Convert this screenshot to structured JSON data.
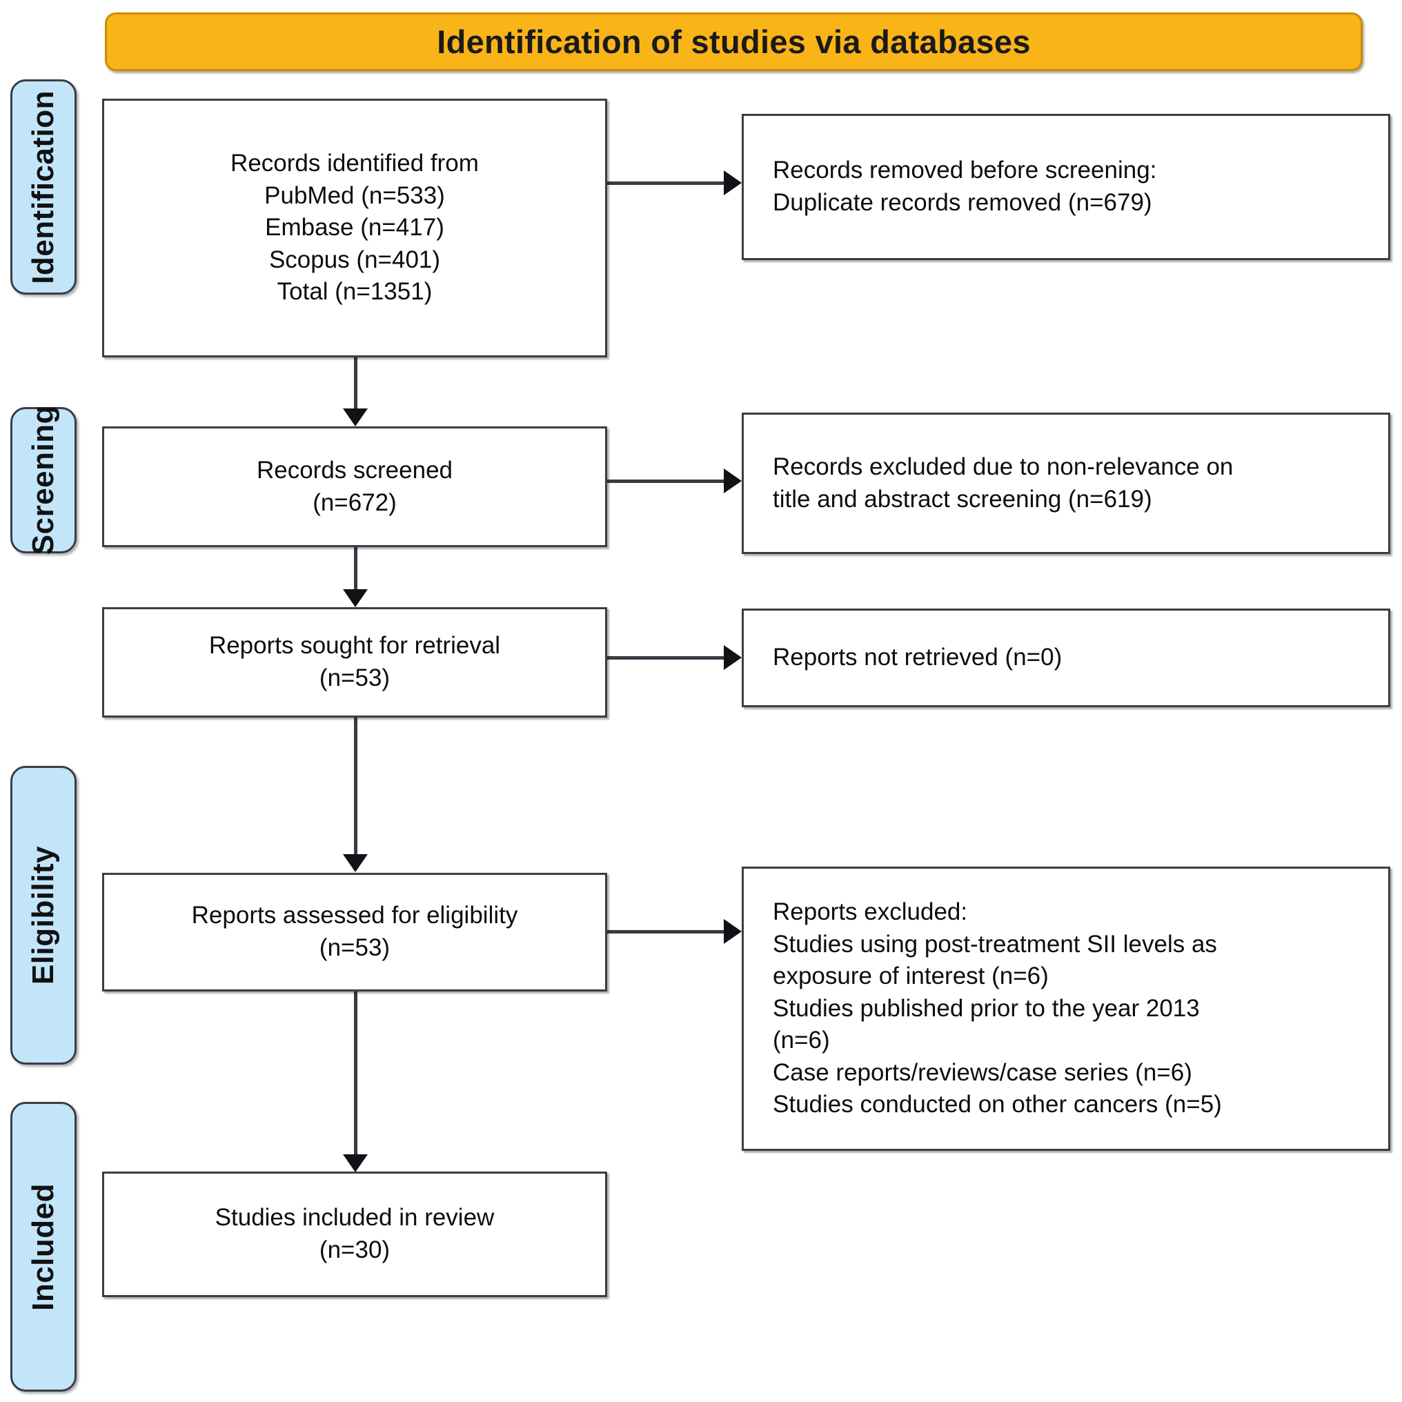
{
  "header": {
    "title": "Identification of studies via databases"
  },
  "stages": [
    {
      "key": "identification",
      "label": "Identification"
    },
    {
      "key": "screening",
      "label": "Screening"
    },
    {
      "key": "eligibility",
      "label": "Eligibility"
    },
    {
      "key": "included",
      "label": "Included"
    }
  ],
  "flow": {
    "identified": {
      "name": "records-identified-box",
      "lines": [
        "Records identified from",
        "PubMed (n=533)",
        "Embase (n=417)",
        "Scopus (n=401)",
        "Total (n=1351)"
      ]
    },
    "removed": {
      "name": "records-removed-box",
      "lines": [
        "Records removed before screening:",
        "Duplicate records removed (n=679)"
      ]
    },
    "screened": {
      "name": "records-screened-box",
      "lines": [
        "Records screened",
        "(n=672)"
      ]
    },
    "excluded_screening": {
      "name": "records-excluded-screening-box",
      "lines": [
        "Records excluded due to non-relevance on",
        "title and abstract screening (n=619)"
      ]
    },
    "sought": {
      "name": "reports-sought-box",
      "lines": [
        "Reports sought for retrieval",
        "(n=53)"
      ]
    },
    "not_retrieved": {
      "name": "reports-not-retrieved-box",
      "lines": [
        "Reports not retrieved (n=0)"
      ]
    },
    "assessed": {
      "name": "reports-assessed-box",
      "lines": [
        "Reports assessed for eligibility",
        "(n=53)"
      ]
    },
    "excluded_eligibility": {
      "name": "reports-excluded-eligibility-box",
      "lines": [
        "Reports excluded:",
        "Studies using post-treatment SII levels as",
        "exposure of interest (n=6)",
        "Studies published prior to the year 2013",
        "(n=6)",
        "Case reports/reviews/case series (n=6)",
        "Studies conducted on other cancers (n=5)"
      ]
    },
    "included": {
      "name": "studies-included-box",
      "lines": [
        "Studies included in review",
        "(n=30)"
      ]
    }
  },
  "counts": {
    "pubmed": 533,
    "embase": 417,
    "scopus": 401,
    "total_identified": 1351,
    "duplicates_removed": 679,
    "records_screened": 672,
    "excluded_title_abstract": 619,
    "reports_sought": 53,
    "reports_not_retrieved": 0,
    "reports_assessed": 53,
    "excluded_post_treatment_sii": 6,
    "excluded_prior_2013": 6,
    "excluded_case_reports": 6,
    "excluded_other_cancers": 5,
    "studies_included": 30
  },
  "colors": {
    "banner_fill": "#F9B418",
    "banner_border": "#C98D0A",
    "stage_fill": "#C3E5F9",
    "stage_border": "#3c3c46",
    "box_border": "#3c3c46",
    "connector": "#3a3a44",
    "text": "#0d0d0d"
  }
}
